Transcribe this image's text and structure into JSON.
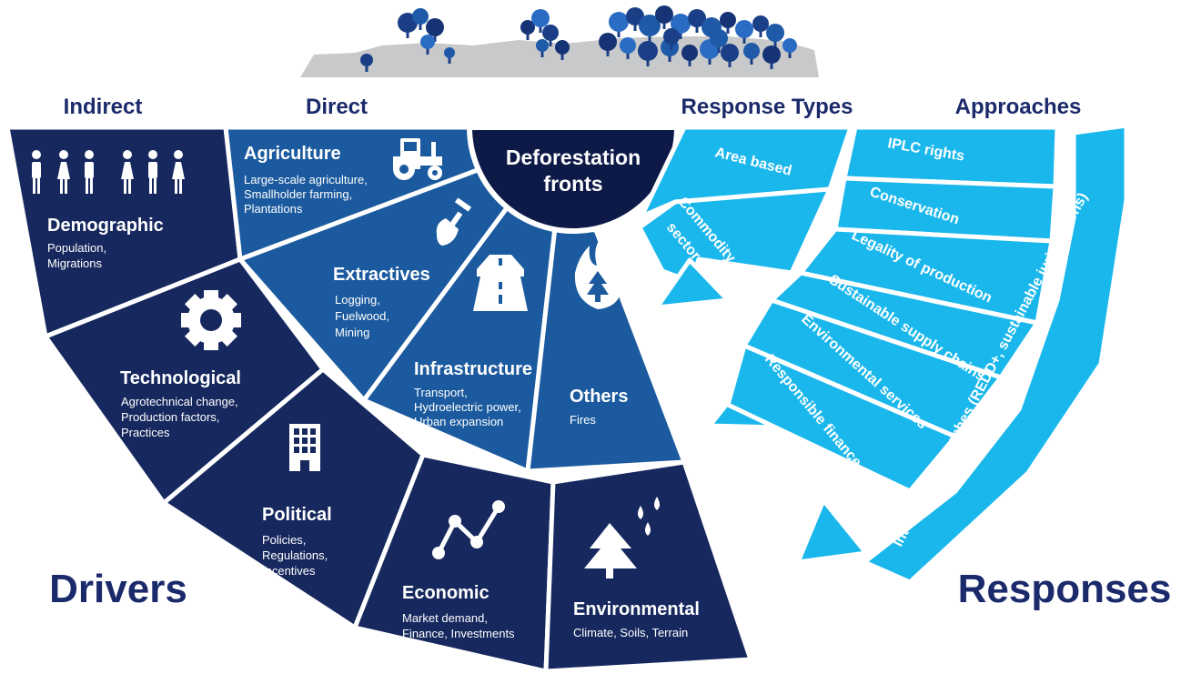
{
  "headers": {
    "indirect": "Indirect",
    "direct": "Direct",
    "response_types": "Response Types",
    "approaches": "Approaches"
  },
  "drivers_label": "Drivers",
  "responses_label": "Responses",
  "center": {
    "line1": "Deforestation",
    "line2": "fronts"
  },
  "indirect": [
    {
      "title": "Demographic",
      "lines": [
        "Population,",
        "Migrations"
      ]
    },
    {
      "title": "Technological",
      "lines": [
        "Agrotechnical change,",
        "Production factors,",
        "Practices"
      ]
    },
    {
      "title": "Political",
      "lines": [
        "Policies,",
        "Regulations,",
        "Incentives"
      ]
    },
    {
      "title": "Economic",
      "lines": [
        "Market demand,",
        "Finance, Investments"
      ]
    },
    {
      "title": "Environmental",
      "lines": [
        "Climate, Soils, Terrain"
      ]
    }
  ],
  "direct": [
    {
      "title": "Agriculture",
      "lines": [
        "Large-scale agriculture,",
        "Smallholder farming,",
        "Plantations"
      ]
    },
    {
      "title": "Extractives",
      "lines": [
        "Logging,",
        "Fuelwood,",
        "Mining"
      ]
    },
    {
      "title": "Infrastructure",
      "lines": [
        "Transport,",
        "Hydroelectric power,",
        "Urban expansion"
      ]
    },
    {
      "title": "Others",
      "lines": [
        "Fires"
      ]
    }
  ],
  "response_types": {
    "area_based": "Area based",
    "commodity": [
      "Commodity or",
      "sector specific"
    ]
  },
  "approaches": [
    "IPLC rights",
    "Conservation",
    "Legality of production",
    "Sustainable supply chains",
    "Environmental services",
    "Responsible finance"
  ],
  "integrated": "Integrated approaches (REDD+, sustainable jurisdictions)",
  "colors": {
    "navy": "#16285e",
    "mid_blue": "#1b5a9e",
    "dark_center": "#0d1a48",
    "cyan": "#1ab7ec",
    "title": "#1b2a6b",
    "hill": "#c8c9cb"
  }
}
